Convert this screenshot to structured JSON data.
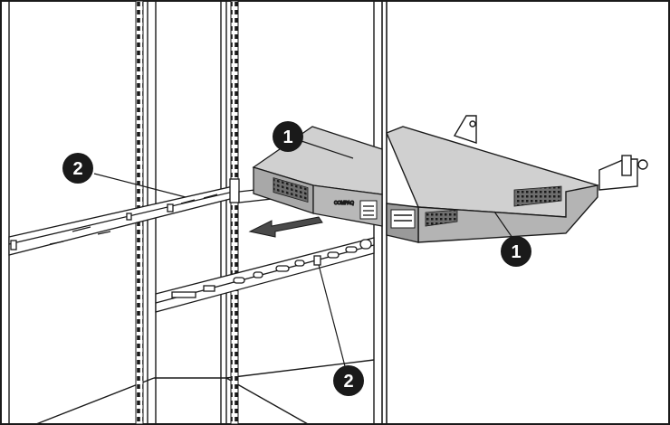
{
  "figure": {
    "callouts": [
      {
        "id": "left-1",
        "label": "1"
      },
      {
        "id": "left-2-top",
        "label": "2"
      },
      {
        "id": "left-2-bottom",
        "label": "2"
      },
      {
        "id": "right-1",
        "label": "1"
      }
    ],
    "device_brand_text": "COMPAQ",
    "colors": {
      "line": "#1a1a1a",
      "device_top": "#cfcfcf",
      "device_front": "#a9a9a9",
      "callout_fill": "#1a1a1a",
      "callout_text": "#ffffff",
      "background": "#ffffff"
    }
  }
}
